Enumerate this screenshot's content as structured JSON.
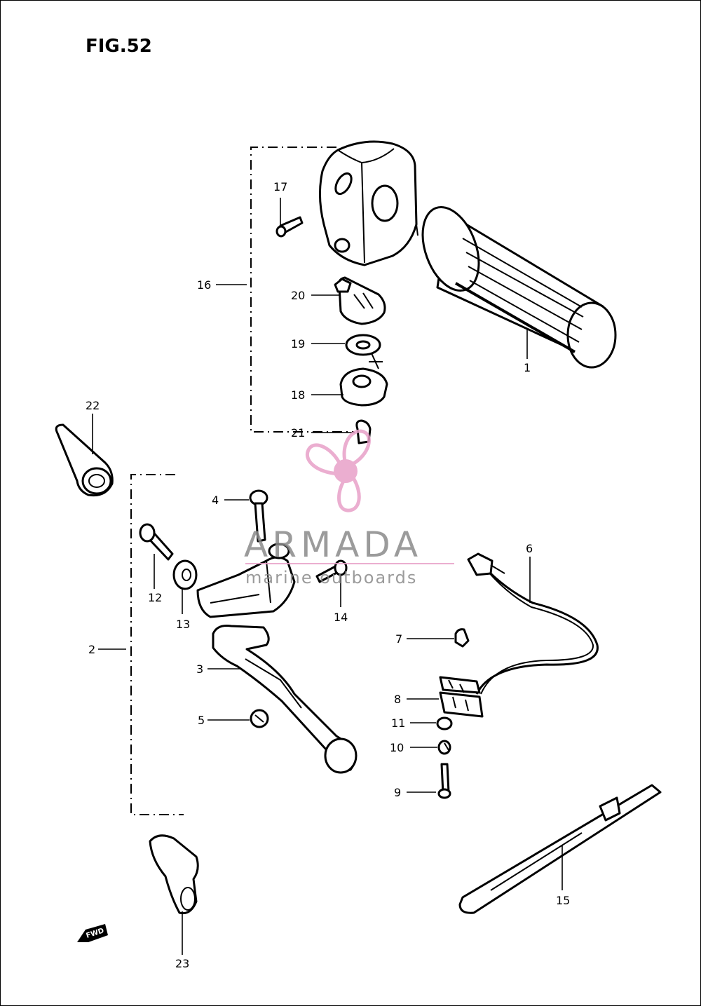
{
  "figure": {
    "title": "FIG.52",
    "direction_label": "FWD"
  },
  "watermark": {
    "brand": "ARMADA",
    "tagline": "marine outboards",
    "icon": "propeller-icon",
    "color": "#e8a0c8"
  },
  "callouts": [
    {
      "id": "1",
      "label": "1"
    },
    {
      "id": "2",
      "label": "2"
    },
    {
      "id": "3",
      "label": "3"
    },
    {
      "id": "4",
      "label": "4"
    },
    {
      "id": "5",
      "label": "5"
    },
    {
      "id": "6",
      "label": "6"
    },
    {
      "id": "7",
      "label": "7"
    },
    {
      "id": "8",
      "label": "8"
    },
    {
      "id": "9",
      "label": "9"
    },
    {
      "id": "10",
      "label": "10"
    },
    {
      "id": "11",
      "label": "11"
    },
    {
      "id": "12",
      "label": "12"
    },
    {
      "id": "13",
      "label": "13"
    },
    {
      "id": "14",
      "label": "14"
    },
    {
      "id": "15",
      "label": "15"
    },
    {
      "id": "16",
      "label": "16"
    },
    {
      "id": "17",
      "label": "17"
    },
    {
      "id": "18",
      "label": "18"
    },
    {
      "id": "19",
      "label": "19"
    },
    {
      "id": "20",
      "label": "20"
    },
    {
      "id": "21",
      "label": "21"
    },
    {
      "id": "22",
      "label": "22"
    },
    {
      "id": "23",
      "label": "23"
    }
  ]
}
